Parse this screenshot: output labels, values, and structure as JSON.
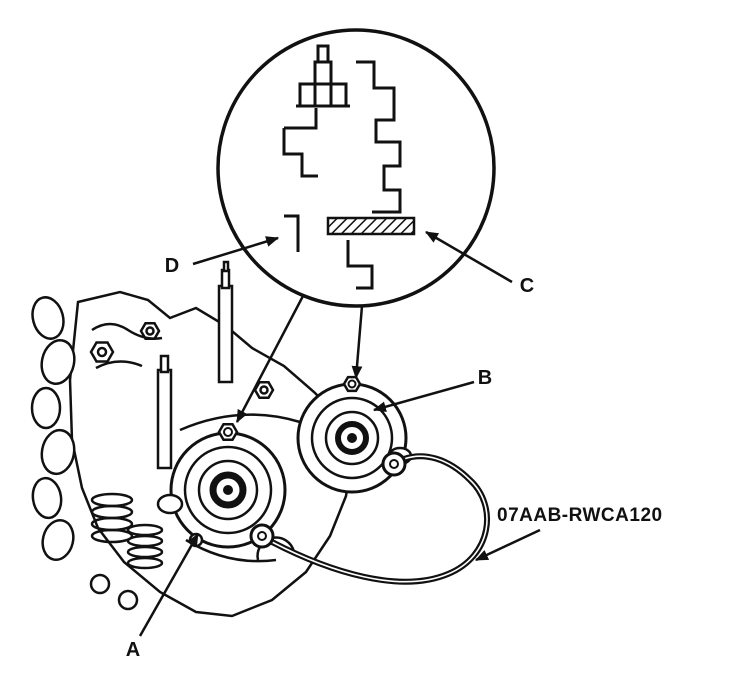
{
  "diagram": {
    "callouts": {
      "a": "A",
      "b": "B",
      "c": "C",
      "d": "D"
    },
    "part_number": "07AAB-RWCA120",
    "colors": {
      "line": "#111111",
      "background": "#ffffff"
    }
  }
}
